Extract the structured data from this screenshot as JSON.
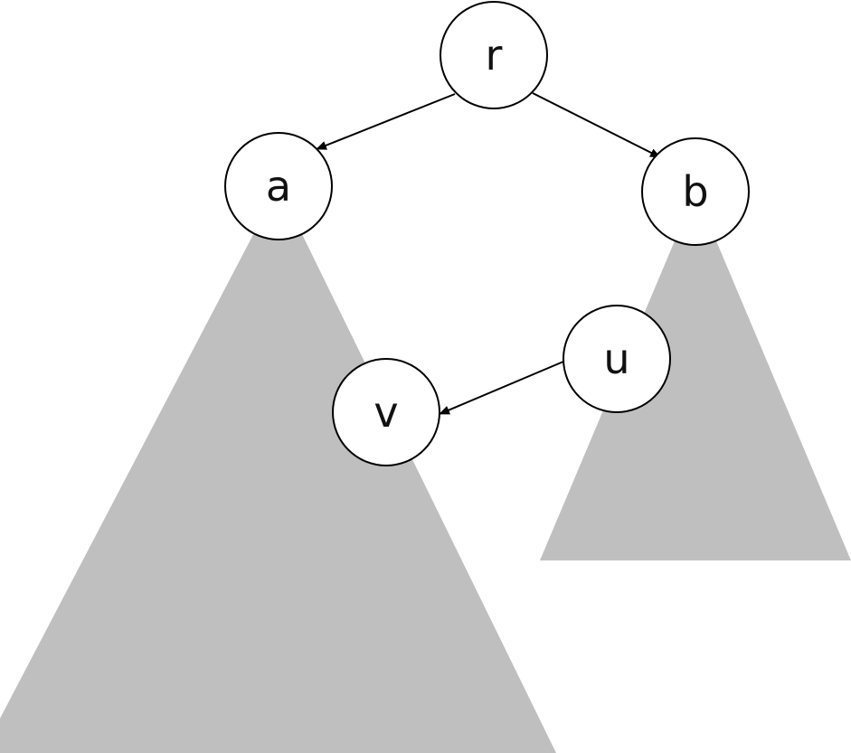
{
  "diagram": {
    "nodes": {
      "r": {
        "label": "r"
      },
      "a": {
        "label": "a"
      },
      "b": {
        "label": "b"
      },
      "u": {
        "label": "u"
      },
      "v": {
        "label": "v"
      }
    },
    "edges": [
      {
        "from": "r",
        "to": "a"
      },
      {
        "from": "r",
        "to": "b"
      },
      {
        "from": "u",
        "to": "v"
      }
    ],
    "colors": {
      "subtree_fill": "#bfbfbf",
      "node_fill": "#ffffff",
      "stroke": "#000000"
    }
  }
}
